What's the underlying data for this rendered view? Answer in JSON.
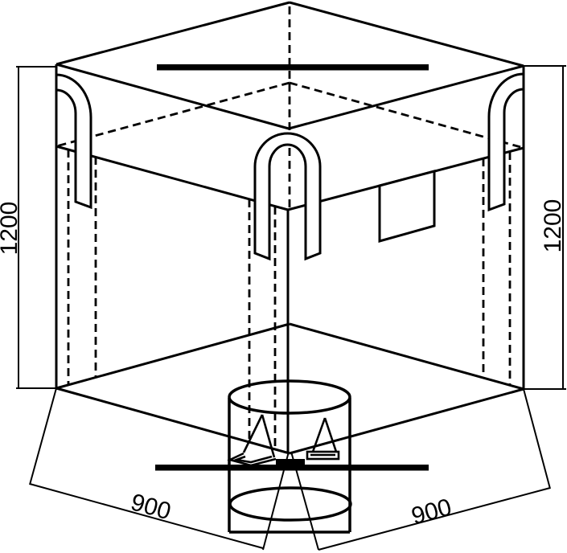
{
  "drawing": {
    "labels": {
      "height_left": "1200",
      "height_right": "1200",
      "width_left": "900",
      "width_right": "900"
    },
    "colors": {
      "line": "#000000",
      "background": "#ffffff"
    }
  }
}
